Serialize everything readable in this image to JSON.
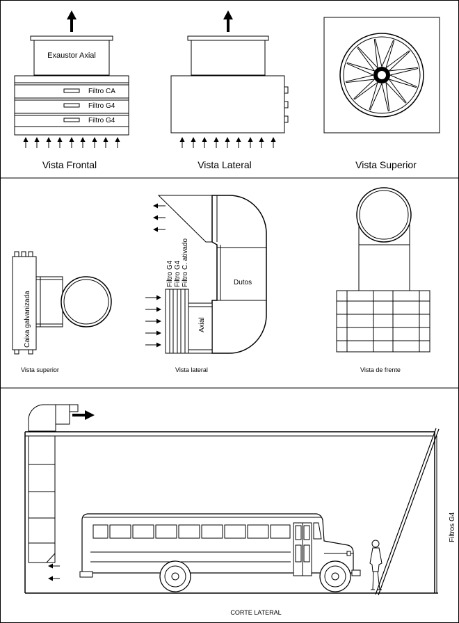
{
  "panel1": {
    "exhaust_label": "Exaustor Axial",
    "filter_ca": "Filtro CA",
    "filter_g4_a": "Filtro G4",
    "filter_g4_b": "Filtro G4",
    "caption_front": "Vista Frontal",
    "caption_side": "Vista Lateral",
    "caption_top": "Vista Superior"
  },
  "panel2": {
    "box_label": "Caixa galvanizada",
    "filter_g4_a": "Filtro G4",
    "filter_g4_b": "Filtro G4",
    "filter_carbon": "Filtro C. ativado",
    "axial_label": "Axial",
    "ducts_label": "Dutos",
    "caption_top": "Vista superior",
    "caption_side": "Vista lateral",
    "caption_front": "Vista de frente"
  },
  "panel3": {
    "filters_label": "Filtros G4",
    "caption": "CORTE LATERAL"
  }
}
